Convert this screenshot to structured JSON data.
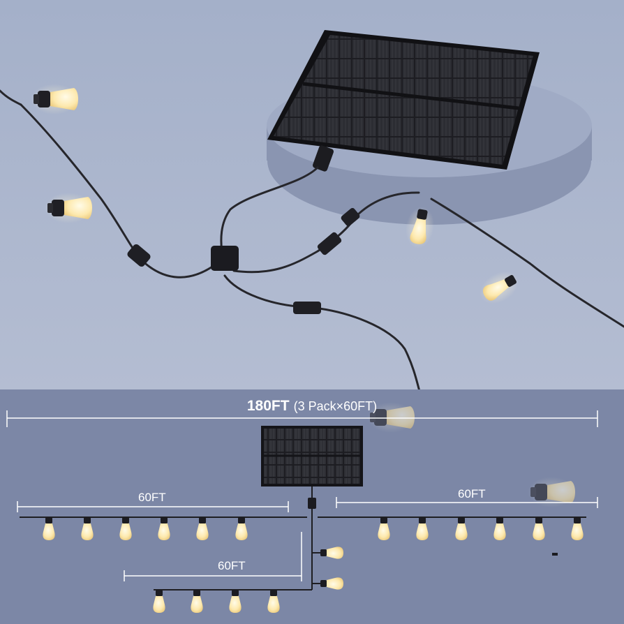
{
  "diagram": {
    "total_length": "180FT",
    "pack_note": "(3 Pack×60FT)",
    "left_strand_label": "60FT",
    "right_strand_label": "60FT",
    "bottom_strand_label": "60FT"
  },
  "colors": {
    "background_top": "#a7b3cb",
    "background_bottom": "#7f8aa9",
    "bulb_glow": "#fff2c4",
    "cable": "#2a2a2e",
    "label_text": "#ffffff"
  },
  "icons": [
    "solar-panel-icon",
    "light-bulb-icon",
    "connector-icon",
    "splitter-icon"
  ]
}
